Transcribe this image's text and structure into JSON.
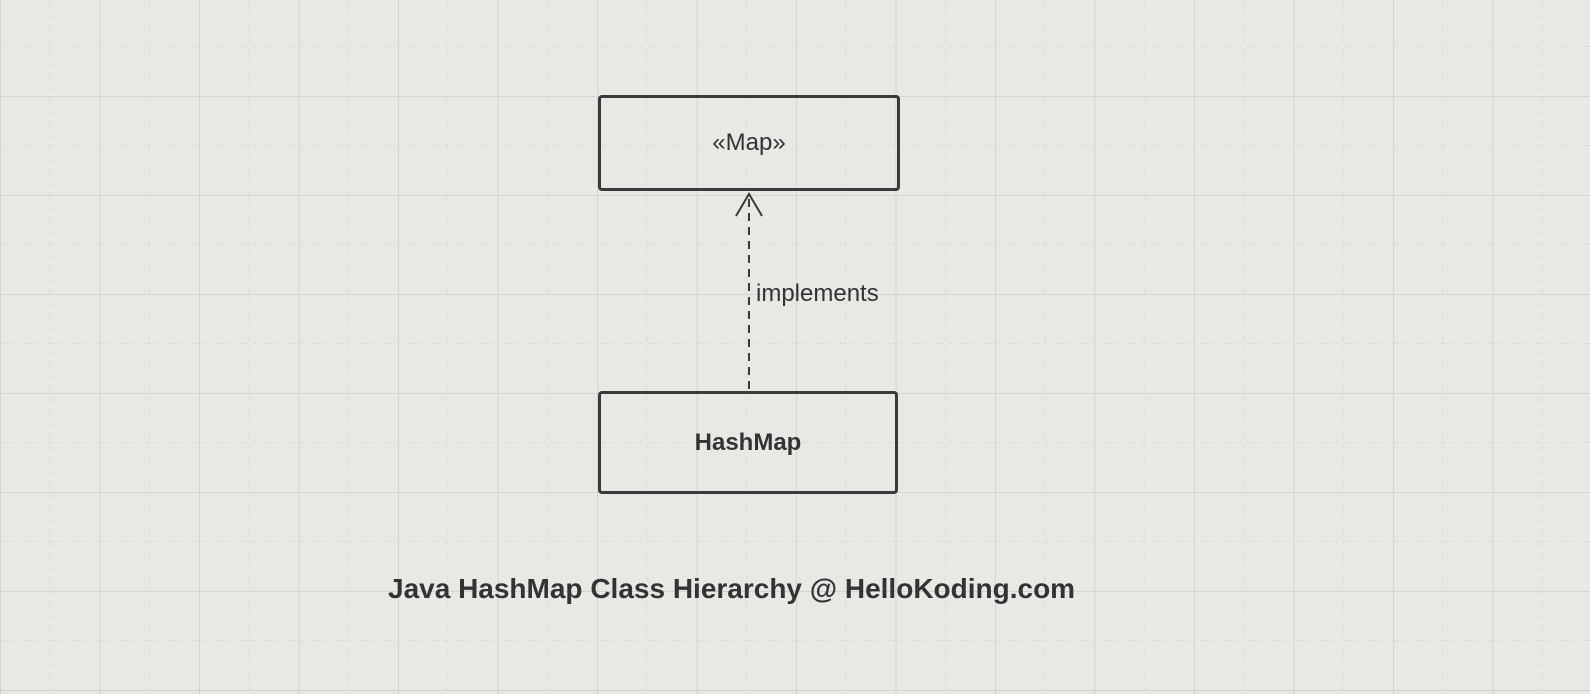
{
  "diagram": {
    "nodes": [
      {
        "id": "map",
        "label": "«Map»",
        "bold": false
      },
      {
        "id": "hashmap",
        "label": "HashMap",
        "bold": true
      }
    ],
    "edges": [
      {
        "from": "hashmap",
        "to": "map",
        "style": "dashed",
        "arrowhead": "open",
        "label": "implements"
      }
    ],
    "caption": "Java HashMap Class Hierarchy @ HelloKoding.com"
  },
  "colors": {
    "background": "#eae8e5",
    "grid_major": "#d6d4d2",
    "grid_minor": "#dddad7",
    "stroke": "#3a3a3a",
    "text": "#333333"
  }
}
